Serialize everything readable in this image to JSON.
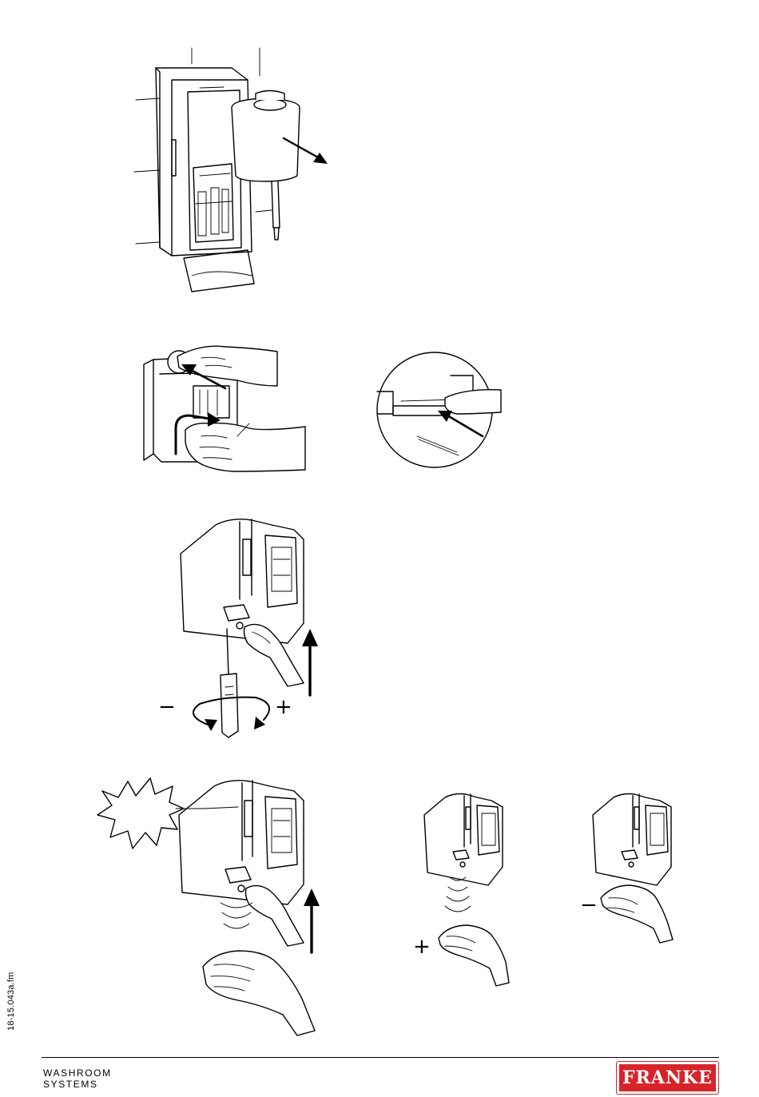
{
  "signs": {
    "minus": "−",
    "plus": "+"
  },
  "footer": {
    "doc_id": "18-15.043a.fm",
    "brand_line1": "WASHROOM",
    "brand_line2": "SYSTEMS",
    "logo_text": "FRANKE"
  },
  "colors": {
    "logo_red": "#d7242a",
    "ink": "#000000"
  }
}
